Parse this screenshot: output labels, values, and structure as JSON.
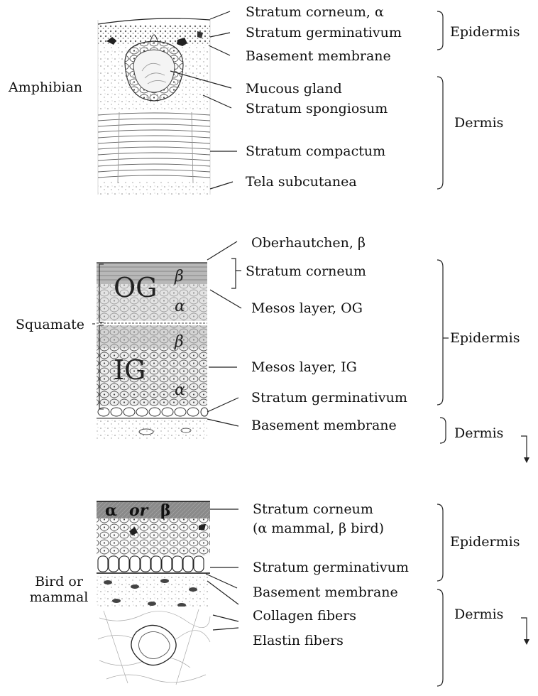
{
  "panels": [
    {
      "organism": "Amphibian",
      "labels": [
        "Stratum corneum, α",
        "Stratum germinativum",
        "Basement membrane",
        "Mucous gland",
        "Stratum spongiosum",
        "Stratum compactum",
        "Tela subcutanea"
      ],
      "groups": [
        "Epidermis",
        "Dermis"
      ]
    },
    {
      "organism": "Squamate",
      "labels": [
        "Oberhautchen, β",
        "Stratum corneum",
        "Mesos layer, OG",
        "Mesos layer, IG",
        "Stratum germinativum",
        "Basement membrane"
      ],
      "groups": [
        "Epidermis",
        "Dermis"
      ],
      "inset": {
        "og": "OG",
        "ig": "IG",
        "beta": "β",
        "alpha": "α"
      }
    },
    {
      "organism_line1": "Bird or",
      "organism_line2": "mammal",
      "labels": [
        "Stratum corneum",
        "(α mammal, β bird)",
        "Stratum germinativum",
        "Basement membrane",
        "Collagen fibers",
        "Elastin fibers"
      ],
      "groups": [
        "Epidermis",
        "Dermis"
      ],
      "inset": {
        "alpha": "α",
        "or": "or",
        "beta": "β"
      }
    }
  ],
  "colors": {
    "line": "#222222",
    "tissue_light": "#f2f2f2",
    "tissue_mid": "#cfcfcf",
    "tissue_dark": "#6a6a6a"
  }
}
